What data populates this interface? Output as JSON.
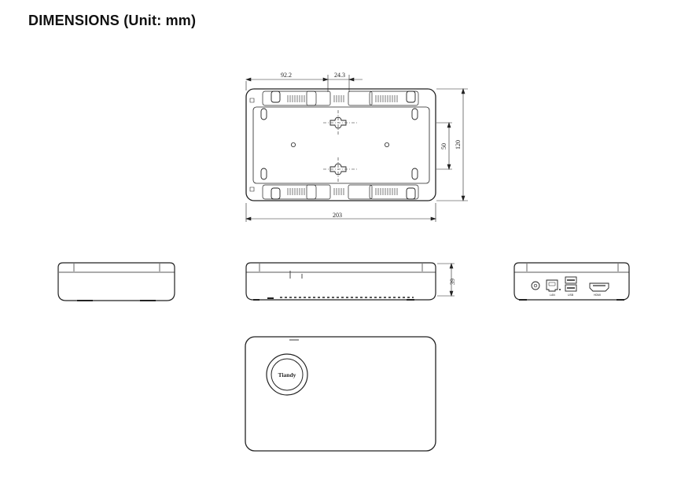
{
  "title": "DIMENSIONS  (Unit: mm)",
  "dimensions": {
    "d1": "92.2",
    "d2": "24.3",
    "d3": "203",
    "d4": "50",
    "d5": "120",
    "d6": "39"
  },
  "port_labels": {
    "lan": "LAN",
    "usb": "USB",
    "hdmi": "HDMI"
  },
  "logo_text": "Tiandy"
}
